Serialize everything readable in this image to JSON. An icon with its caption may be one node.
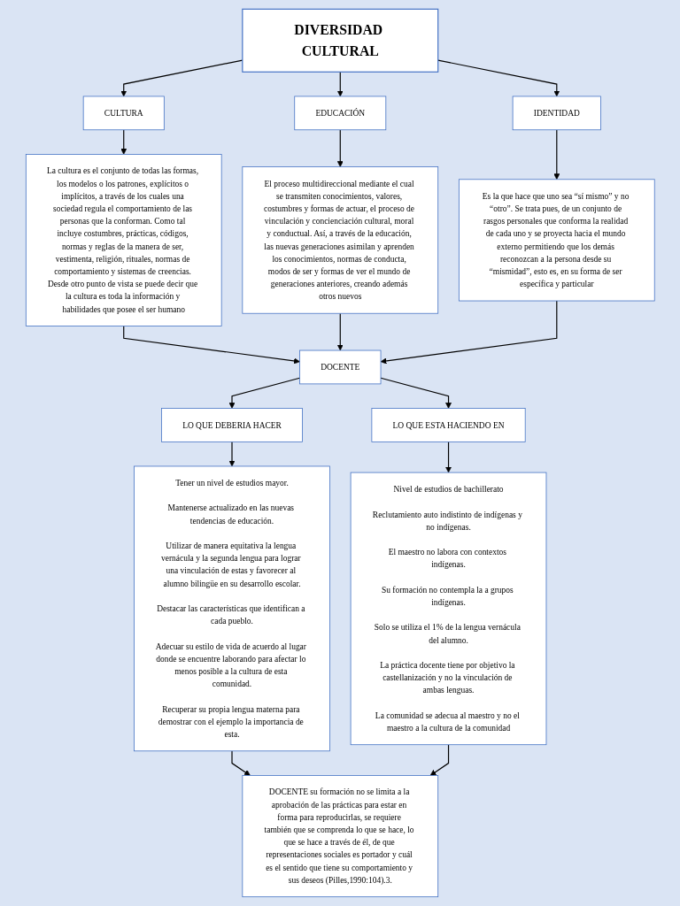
{
  "diagram": {
    "nodes": [
      {
        "text": [
          "DIVERSIDAD CULTURAL"
        ]
      },
      {
        "text": [
          "CULTURA"
        ]
      },
      {
        "text": [
          "EDUCACIÓN"
        ]
      },
      {
        "text": [
          "IDENTIDAD"
        ]
      },
      {
        "text": [
          "La cultura es el conjunto de todas las formas, los modelos o los patrones, explícitos o implícitos, a través de los cuales una sociedad regula el comportamiento de las personas que la conforman. Como tal incluye costumbres, prácticas, códigos, normas y reglas de la manera de ser, vestimenta, religión, rituales, normas de comportamiento y sistemas de creencias. Desde otro punto de vista se puede decir que la cultura es toda la información y habilidades que posee el ser humano"
        ]
      },
      {
        "text": [
          "El proceso multidireccional mediante el cual se transmiten conocimientos, valores, costumbres y formas de actuar, el proceso de vinculación y concienciación cultural, moral y conductual. Así, a través de la educación, las nuevas generaciones asimilan y aprenden los conocimientos, normas de conducta, modos de ser y formas de ver el mundo de generaciones anteriores, creando además otros nuevos"
        ]
      },
      {
        "text": [
          "Es la que hace que uno sea “sí mismo” y no “otro”. Se trata pues, de un conjunto de rasgos personales que conforma la realidad de cada uno y se proyecta hacia el mundo externo permitiendo que los demás reconozcan a la persona desde su “mismidad”, esto es, en su forma de ser específica y particular"
        ]
      },
      {
        "text": [
          "DOCENTE"
        ]
      },
      {
        "text": [
          "LO QUE DEBERIA HACER"
        ]
      },
      {
        "text": [
          "LO QUE ESTA HACIENDO EN"
        ]
      },
      {
        "text": [
          "Tener un nivel de estudios mayor.",
          "Mantenerse actualizado en las nuevas tendencias de educación.",
          "Utilizar de manera equitativa la lengua vernácula y la segunda lengua para lograr una vinculación de estas y favorecer al alumno bilingüe en su desarrollo escolar.",
          "Destacar las características que identifican a cada pueblo.",
          "Adecuar su estilo de vida de acuerdo al lugar donde se encuentre laborando para afectar lo menos posible a la cultura de esta comunidad.",
          "Recuperar su propia lengua materna para demostrar con el ejemplo la importancia de esta."
        ]
      },
      {
        "text": [
          "Nivel de estudios de bachillerato",
          "Reclutamiento auto indistinto de indígenas y no indígenas.",
          "El maestro no labora con contextos indígenas.",
          "Su formación no contempla la a grupos indígenas.",
          "Solo se utiliza el 1% de la lengua vernácula del alumno.",
          "La práctica docente tiene por objetivo la castellanización y no la vinculación de ambas lenguas.",
          "La comunidad se adecua al maestro y no el maestro a la cultura de la comunidad"
        ]
      },
      {
        "text": [
          "DOCENTE su formación no se limita a la aprobación de las prácticas para estar en forma para reproducirlas, se requiere también que se comprenda lo que se hace, lo que se hace a través de él, de que representaciones sociales es portador y cuál es el sentido que tiene su comportamiento y sus deseos (Pilles,1990:104).3."
        ]
      }
    ],
    "edges": [
      {
        "from": 0,
        "to": 1,
        "arrow": "to"
      },
      {
        "from": 0,
        "to": 2,
        "arrow": "to"
      },
      {
        "from": 0,
        "to": 3,
        "arrow": "to"
      },
      {
        "from": 1,
        "to": 4,
        "arrow": "to"
      },
      {
        "from": 2,
        "to": 5,
        "arrow": "to"
      },
      {
        "from": 3,
        "to": 6,
        "arrow": "to"
      },
      {
        "from": 4,
        "to": 7,
        "arrow": "to"
      },
      {
        "from": 5,
        "to": 7,
        "arrow": "to"
      },
      {
        "from": 6,
        "to": 7,
        "arrow": "to"
      },
      {
        "from": 7,
        "to": 8,
        "arrow": "to"
      },
      {
        "from": 7,
        "to": 9,
        "arrow": "to"
      },
      {
        "from": 8,
        "to": 10,
        "arrow": "to"
      },
      {
        "from": 9,
        "to": 11,
        "arrow": "to"
      },
      {
        "from": 10,
        "to": 12,
        "arrow": "to"
      },
      {
        "from": 11,
        "to": 12,
        "arrow": "to"
      }
    ]
  }
}
